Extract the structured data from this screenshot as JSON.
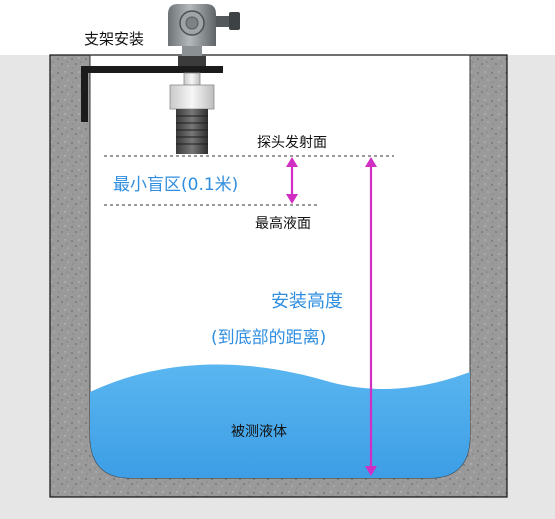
{
  "labels": {
    "bracket_mount": "支架安装",
    "probe_emitting_face": "探头发射面",
    "min_blind_zone": "最小盲区(0.1米)",
    "max_liquid_level": "最高液面",
    "install_height": "安装高度",
    "install_height_note": "(到底部的距离)",
    "measured_liquid": "被测液体"
  },
  "colors": {
    "accent_text": "#2f8ee0",
    "dimension_arrow": "#d12fc4",
    "liquid_top": "#5ab6f0",
    "liquid_bottom": "#3d9ee6",
    "tank_wall": "#9a9a9a",
    "surround": "#e6e6e6"
  }
}
